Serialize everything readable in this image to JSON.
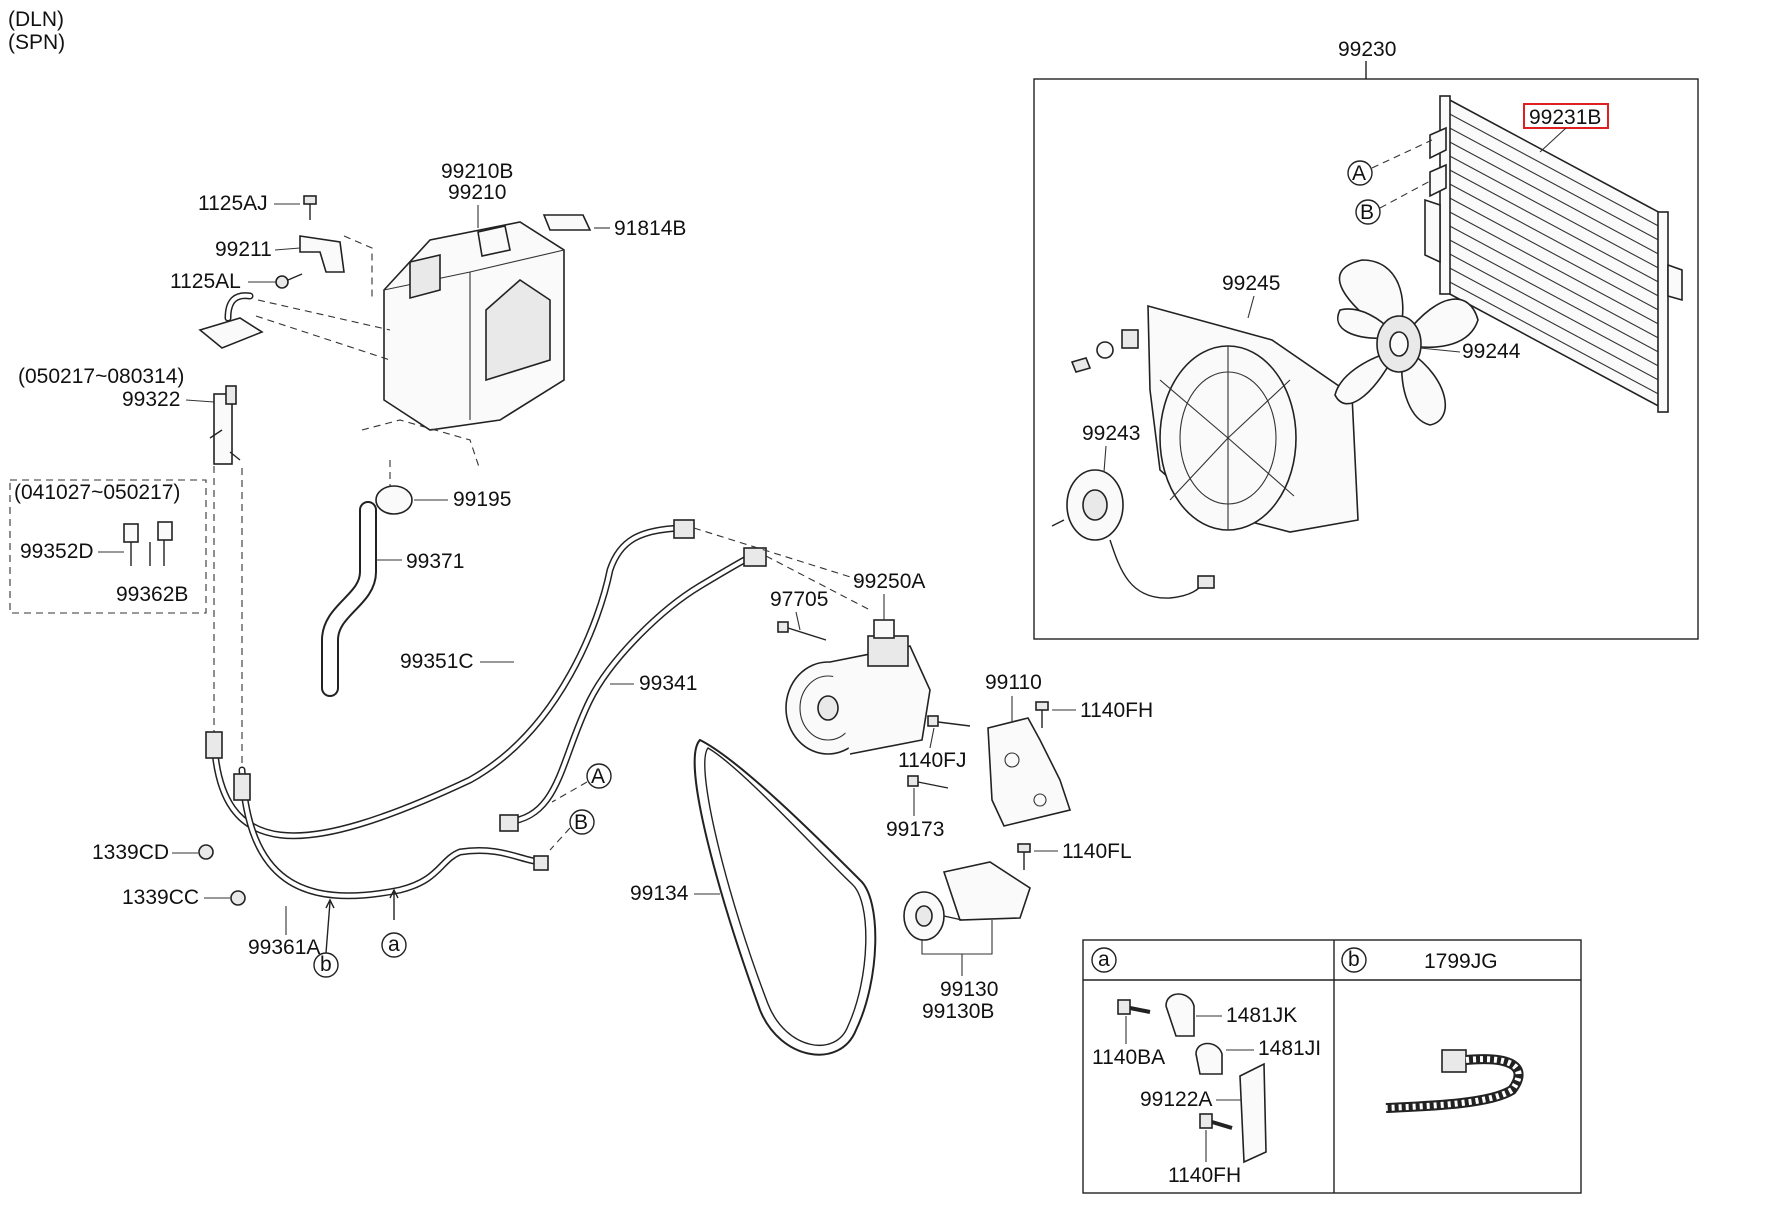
{
  "variant_labels": [
    "(DLN)",
    "(SPN)"
  ],
  "date_ranges": {
    "range_1": "(050217~080314)",
    "range_2": "(041027~050217)"
  },
  "highlight_color": "#e02020",
  "labels": {
    "p99230": "99230",
    "p99231B": "99231B",
    "p99245": "99245",
    "p99244": "99244",
    "p99243": "99243",
    "p99210B": "99210B",
    "p99210": "99210",
    "p91814B": "91814B",
    "p1125AJ": "1125AJ",
    "p99211": "99211",
    "p1125AL": "1125AL",
    "p99322": "99322",
    "p99352D": "99352D",
    "p99362B": "99362B",
    "p99195": "99195",
    "p99371": "99371",
    "p99351C": "99351C",
    "p99341": "99341",
    "p97705": "97705",
    "p99250A": "99250A",
    "p99110": "99110",
    "p1140FH_a": "1140FH",
    "p1140FJ": "1140FJ",
    "p99173": "99173",
    "p1140FL": "1140FL",
    "p99134": "99134",
    "p99130": "99130",
    "p99130B": "99130B",
    "p1339CD": "1339CD",
    "p1339CC": "1339CC",
    "p99361A": "99361A",
    "p1481JK": "1481JK",
    "p1481JI": "1481JI",
    "p1140BA": "1140BA",
    "p99122A": "99122A",
    "p1140FH_b": "1140FH",
    "p1799JG": "1799JG"
  },
  "callouts": {
    "a": "a",
    "b": "b",
    "A": "A",
    "B": "B"
  }
}
